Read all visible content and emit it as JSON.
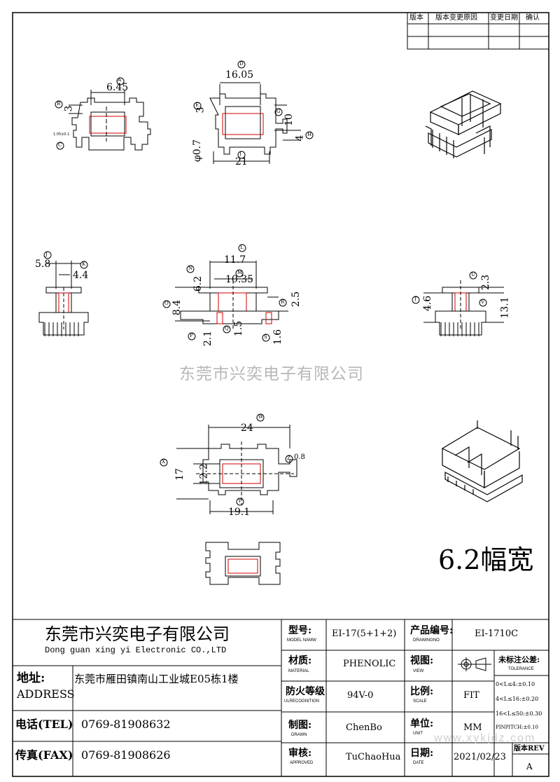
{
  "revision_table": {
    "headers": [
      "版本",
      "版本变更原因",
      "变更日期",
      "确认"
    ]
  },
  "drawing_labels": {
    "top_left": {
      "width_a": "6.45",
      "dim_b": "3",
      "small_note": "1.05±0.1",
      "circ_a": "A",
      "circ_b": "B",
      "circ_c": "C"
    },
    "top_mid": {
      "top": "16.05",
      "dim_3": "3",
      "dim_10": "10",
      "dim_4": "4",
      "pin_dia": "φ0.7",
      "bottom": "21",
      "circ_d": "D",
      "circ_e": "E",
      "circ_g": "G",
      "circ_h": "H",
      "circ_i": "I"
    },
    "side_left": {
      "w1": "5.8",
      "w2": "4.4",
      "circ_j": "J",
      "circ_k": "K"
    },
    "side_mid": {
      "top1": "11.7",
      "top2": "10.35",
      "h62": "6.2",
      "h84": "8.4",
      "h25": "2.5",
      "b21": "2.1",
      "b15": "1.5",
      "b16": "1.6",
      "circ_l": "L",
      "circ_m": "M",
      "circ_n": "N",
      "circ_o": "O",
      "circ_r": "R",
      "circ_p": "P",
      "circ_q": "Q",
      "circ_s": "S"
    },
    "side_right": {
      "h46": "4.6",
      "h23": "2.3",
      "h131": "13.1",
      "circ_t": "T",
      "circ_u": "U",
      "circ_v": "V"
    },
    "bottom_view": {
      "top": "24",
      "h17": "17",
      "h122": "12.2",
      "bottom": "19.1",
      "d": "0.8",
      "circ_w": "W",
      "circ_x": "X",
      "circ_y": "Y",
      "circ_z": "Z"
    },
    "width_note": "6.2幅宽"
  },
  "watermark": "东莞市兴奕电子有限公司",
  "watermark_url": "www.xykjdz.com",
  "title_block": {
    "company_cn": "东莞市兴奕电子有限公司",
    "company_en": "Dong guan xing yi Electronic CO.,LTD",
    "address_label_cn": "地址:",
    "address_label_en": "ADDRESS",
    "address_value": "东莞市雁田镇南山工业城E05栋1楼",
    "tel_label": "电话(TEL)",
    "tel_value": "0769-81908632",
    "fax_label": "传真(FAX)",
    "fax_value": "0769-81908626",
    "model_cn": "型号:",
    "model_en": "MODEL NAMW",
    "model_value": "EI-17(5+1+2)",
    "material_cn": "材质:",
    "material_en": "MATERIAL",
    "material_value": "PHENOLIC",
    "fire_cn": "防火等级",
    "fire_en": "ULRECOGNITION",
    "fire_value": "94V-0",
    "drawn_cn": "制图:",
    "drawn_en": "DRAWN",
    "drawn_value": "ChenBo",
    "approved_cn": "审核:",
    "approved_en": "APPROVED",
    "approved_value": "TuChaoHua",
    "product_no_cn": "产品编号:",
    "product_no_en": "DRAWINGNO",
    "product_no_value": "EI-1710C",
    "view_cn": "视图:",
    "view_en": "VIEW",
    "scale_cn": "比例:",
    "scale_en": "SCALE",
    "scale_value": "FIT",
    "unit_cn": "单位:",
    "unit_en": "UNIT",
    "unit_value": "MM",
    "date_cn": "日期:",
    "date_en": "DATE",
    "date_value": "2021/02/23",
    "tolerance_cn": "未标注公差:",
    "tolerance_en": "TOLERANCE",
    "tol_1": "0<L≤4:±0.10",
    "tol_2": "4<L≤16:±0.20",
    "tol_3": "16<L≤50:±0.30",
    "tol_4": "PINPITCH:±0.10",
    "rev_label": "版本REV",
    "rev_value": "A"
  }
}
